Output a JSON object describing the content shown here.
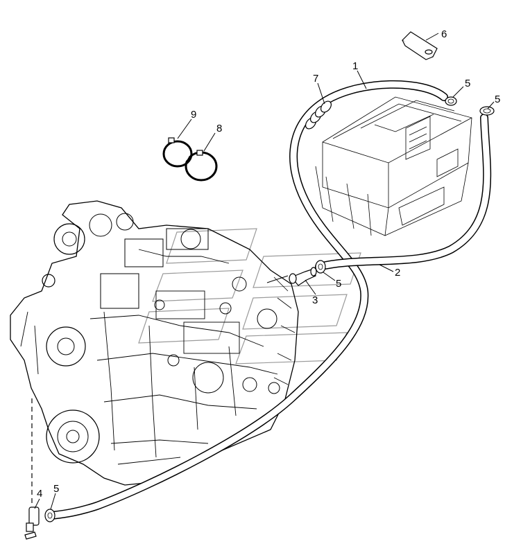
{
  "diagram": {
    "callouts": [
      "1",
      "2",
      "3",
      "4",
      "5",
      "5",
      "5",
      "5",
      "6",
      "7",
      "8",
      "9"
    ],
    "colors": {
      "ink": "#000000",
      "background": "#ffffff",
      "watermark": "#9a9a9a"
    }
  }
}
